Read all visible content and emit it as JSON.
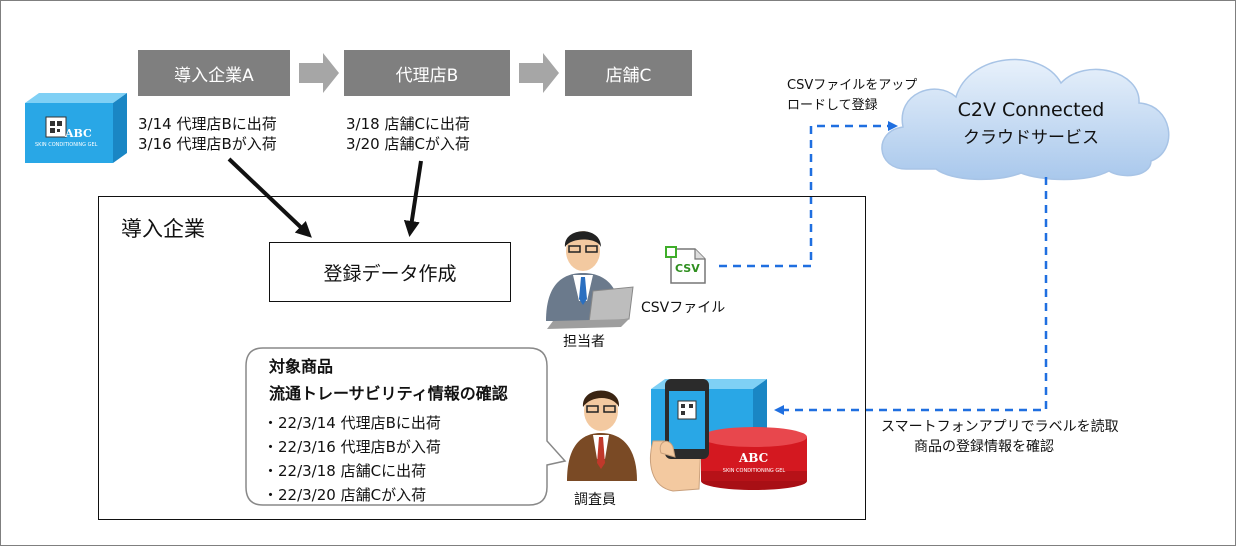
{
  "flow": {
    "step1": "導入企業A",
    "step2": "代理店B",
    "step3": "店舗C"
  },
  "notes": {
    "a_line1": "3/14 代理店Bに出荷",
    "a_line2": "3/16 代理店Bが入荷",
    "b_line1": "3/18 店舗Cに出荷",
    "b_line2": "3/20 店舗Cが入荷"
  },
  "product_box": {
    "brand": "ABC",
    "subtitle": "SKIN CONDITIONING GEL"
  },
  "company_frame": {
    "title": "導入企業",
    "register_box": "登録データ作成",
    "staff_label": "担当者",
    "csv_icon_text": "CSV",
    "csv_label": "CSVファイル",
    "investigator_label": "調査員"
  },
  "bubble": {
    "title1": "対象商品",
    "title2": "流通トレーサビリティ情報の確認",
    "lines": [
      "・22/3/14 代理店Bに出荷",
      "・22/3/16 代理店Bが入荷",
      "・22/3/18 店舗Cに出荷",
      "・22/3/20 店舗Cが入荷"
    ]
  },
  "cloud": {
    "line1": "C2V Connected",
    "line2": "クラウドサービス"
  },
  "upload": {
    "line1": "CSVファイルをアップ",
    "line2": "ロードして登録"
  },
  "scan": {
    "line1": "スマートフォンアプリでラベルを読取",
    "line2": "商品の登録情報を確認"
  },
  "product_jar": {
    "brand": "ABC",
    "subtitle": "SKIN CONDITIONING GEL"
  },
  "colors": {
    "flow_box": "#7f7f7f",
    "dashed_arrow": "#1f6fe0",
    "product_blue": "#29a7e6",
    "jar_red": "#d41820",
    "cloud_fill": "#cde0f6"
  }
}
